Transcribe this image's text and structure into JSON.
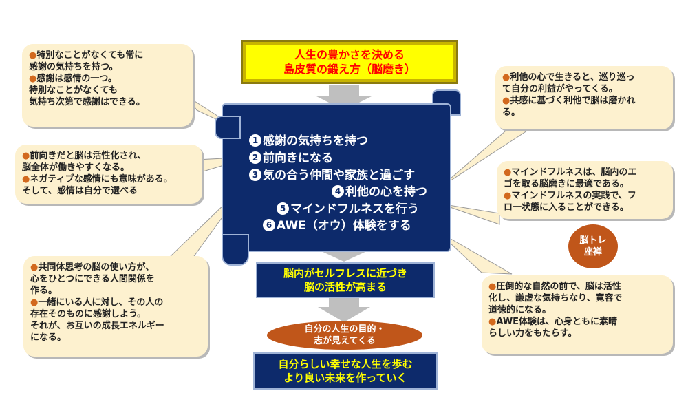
{
  "title": [
    "人生の豊かさを決める",
    "島皮質の鍛え方（脳磨き）"
  ],
  "bullet": "●",
  "steps": [
    {
      "num": "1",
      "text": "感謝の気持ちを持つ"
    },
    {
      "num": "2",
      "text": "前向きになる"
    },
    {
      "num": "3",
      "text": "気の合う仲間や家族と過ごす"
    },
    {
      "num": "4",
      "text": "利他の心を持つ"
    },
    {
      "num": "5",
      "text": "マインドフルネスを行う"
    },
    {
      "num": "6",
      "text": "AWE（オウ）体験をする"
    }
  ],
  "result1": [
    "脳内がセルフレスに近づき",
    "脳の活性が高まる"
  ],
  "result2": [
    "自分の人生の目的・",
    "志が見えてくる"
  ],
  "result3": [
    "自分らしい幸せな人生を歩む",
    "より良い未来を作っていく"
  ],
  "badge": [
    "脳トレ",
    "座禅"
  ],
  "notes": {
    "gratitude": [
      "特別なことがなくても常に",
      "感謝の気持ちを持つ。",
      "感謝は感情の一つ。",
      "特別なことがなくても",
      "気持ち次第で感謝はできる。"
    ],
    "positive": [
      "前向きだと脳は活性化され、",
      "脳全体が働きやすくなる。",
      "ネガティブな感情にも意味がある。",
      "そして、感情は自分で選べる"
    ],
    "community": [
      "共同体思考の脳の使い方が、",
      "心をひとつにできる人間関係を",
      "作る。",
      "一緒にいる人に対し、その人の",
      "存在そのものに感謝しよう。",
      "それが、お互いの成長エネルギー",
      "になる。"
    ],
    "altruism": [
      "利他の心で生きると、巡り巡っ",
      "て自分の利益がやってくる。",
      "共感に基づく利他で脳は磨かれ",
      "る。"
    ],
    "mindfulness": [
      "マインドフルネスは、脳内のエ",
      "ゴを取る脳磨きに最適である。",
      "マインドフルネスの実践で、フ",
      "ロ一状態に入ることができる。"
    ],
    "awe": [
      "圧倒的な自然の前で、脳は活性",
      "化し、謙虚な気持ちなり、寛容で",
      "道徳的になる。",
      "AWE体験は、心身ともに素晴",
      "らしい力をもたらす。"
    ]
  },
  "colors": {
    "navy": "#0d2a6b",
    "yellow": "#ffff00",
    "red": "#ff0000",
    "orange": "#c0561a",
    "cream": "#fdf1cf",
    "arrow": "#bfbfbf"
  }
}
